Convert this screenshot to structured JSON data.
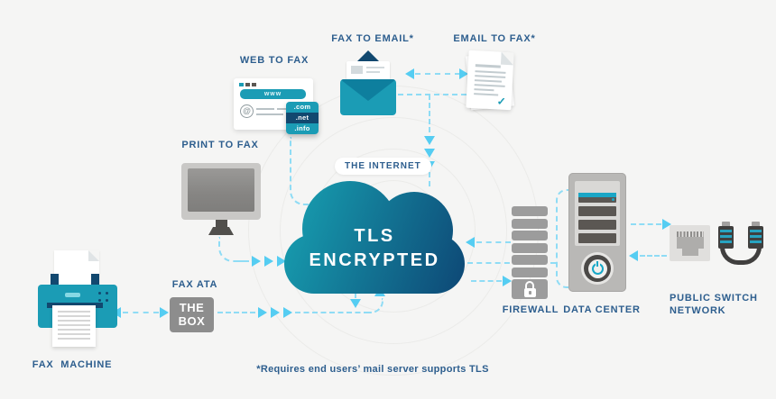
{
  "canvas": {
    "background": "#f5f5f4",
    "accent_teal": "#1b9cb5",
    "accent_navy": "#12486f",
    "label_color": "#2d5e8e",
    "dash_color": "#8fdcf5",
    "arrow_color": "#55cdf2",
    "cloud_gradient": [
      "#17a0b1",
      "#0e4a77"
    ]
  },
  "nodes": {
    "fax_to_email": {
      "label": "FAX TO EMAIL*"
    },
    "email_to_fax": {
      "label": "EMAIL TO FAX*",
      "check": "✓"
    },
    "web_to_fax": {
      "label": "WEB TO FAX",
      "address": "www",
      "at_symbol": "@",
      "domains": [
        ".com",
        ".net",
        ".info"
      ]
    },
    "print_to_fax": {
      "label": "PRINT TO FAX"
    },
    "internet": {
      "label": "THE INTERNET",
      "cloud_line1": "TLS",
      "cloud_line2": "ENCRYPTED"
    },
    "firewall": {
      "label": "FIREWALL"
    },
    "data_center": {
      "label": "DATA CENTER"
    },
    "public_switch": {
      "label_line1": "PUBLIC SWITCH",
      "label_line2": "NETWORK"
    },
    "fax_ata": {
      "label": "FAX ATA",
      "box_line1": "THE",
      "box_line2": "BOX"
    },
    "fax_machine": {
      "label": "FAX  MACHINE"
    }
  },
  "footnote": "*Requires end users’ mail server supports TLS"
}
